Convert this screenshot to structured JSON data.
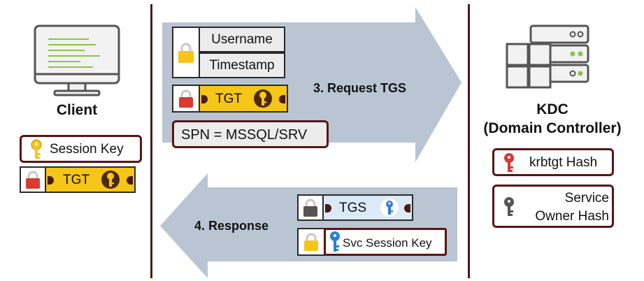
{
  "client": {
    "title": "Client",
    "session_key_label": "Session Key",
    "tgt_label": "TGT"
  },
  "request": {
    "username_label": "Username",
    "timestamp_label": "Timestamp",
    "tgt_label": "TGT",
    "spn_label": "SPN = MSSQL/SRV",
    "arrow_label": "3. Request TGS"
  },
  "response": {
    "arrow_label": "4. Response",
    "tgs_label": "TGS",
    "svc_session_key_label": "Svc Session Key"
  },
  "kdc": {
    "title_line1": "KDC",
    "title_line2": "(Domain Controller)",
    "krbtgt_label": "krbtgt Hash",
    "service_owner_line1": "Service",
    "service_owner_line2": "Owner Hash"
  },
  "colors": {
    "arrow": "#b9c5d3",
    "border": "#5a1414",
    "gold": "#f5c518",
    "red_lock": "#d93a32",
    "blue_key": "#2f7fd0",
    "tgs_fill": "#dce9f7",
    "green_led": "#8bc34a"
  }
}
